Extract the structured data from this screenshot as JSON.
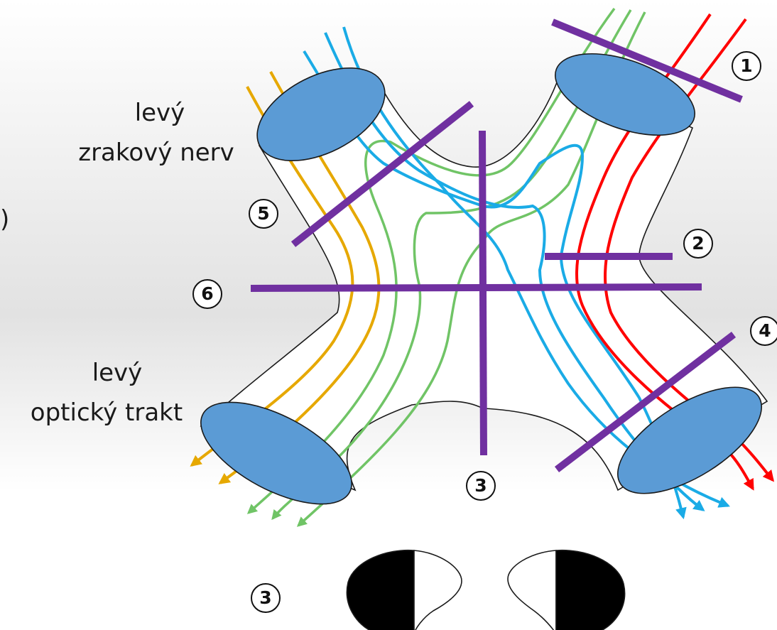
{
  "labels": {
    "left_nerve_line1": "levý",
    "left_nerve_line2": "zrakový nerv",
    "left_tract_line1": "levý",
    "left_tract_line2": "optický trakt",
    "cut_off_paren": ")"
  },
  "markers": {
    "m1": "1",
    "m2": "2",
    "m3": "3",
    "m4": "4",
    "m5": "5",
    "m6": "6",
    "m3_field": "3"
  },
  "colors": {
    "nerve_fill": "#5b9bd5",
    "lesion": "#7030a0",
    "orange_fiber": "#e6a800",
    "green_fiber": "#70c466",
    "blue_fiber": "#1aabe6",
    "red_fiber": "#ff0000"
  }
}
